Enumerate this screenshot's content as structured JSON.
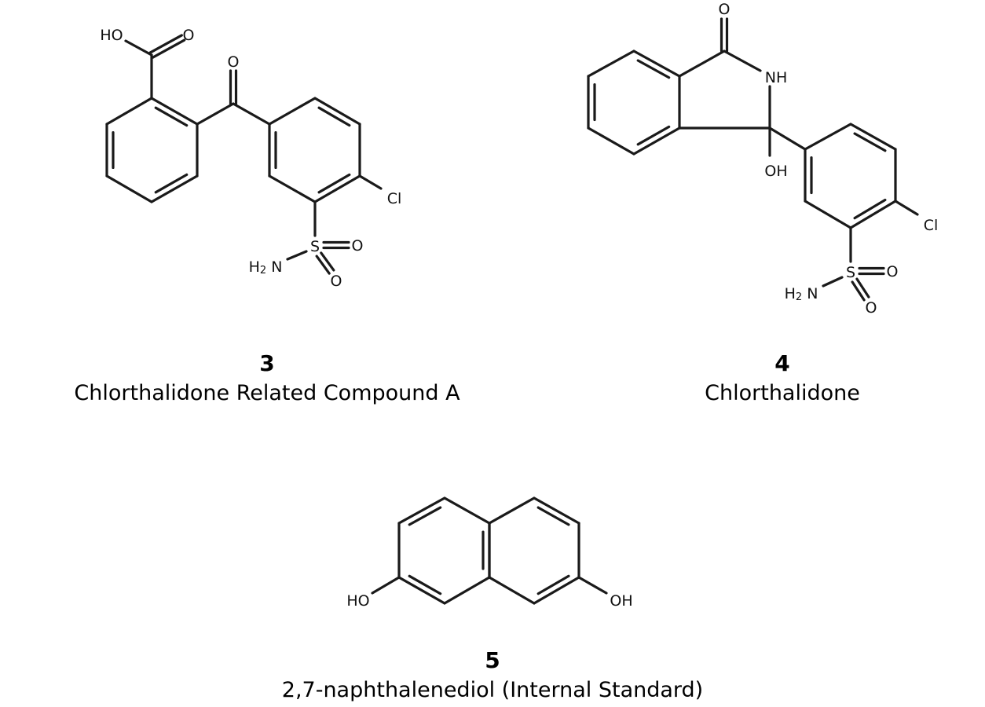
{
  "figure": {
    "compounds": [
      {
        "id": "compound-3",
        "number": "3",
        "name": "Chlorthalidone Related Compound A",
        "atom_labels": [
          "HO",
          "O",
          "O",
          "Cl",
          "S",
          "O",
          "O",
          "H2N"
        ]
      },
      {
        "id": "compound-4",
        "number": "4",
        "name": "Chlorthalidone",
        "atom_labels": [
          "O",
          "NH",
          "OH",
          "Cl",
          "S",
          "O",
          "O",
          "H2N"
        ]
      },
      {
        "id": "compound-5",
        "number": "5",
        "name": "2,7-naphthalenediol (Internal Standard)",
        "atom_labels": [
          "HO",
          "OH"
        ]
      }
    ]
  }
}
